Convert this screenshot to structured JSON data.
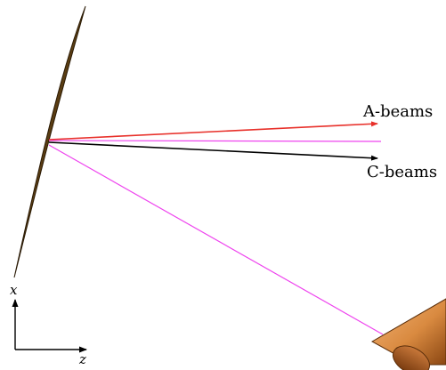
{
  "labels": {
    "a_beams": "A-beams",
    "c_beams": "C-beams",
    "axis_x": "x",
    "axis_z": "z"
  },
  "colors": {
    "a_beam": "#e8302a",
    "c_beam": "#000000",
    "ray": "#ee44ee",
    "mirror_fill": "#5a3d12",
    "mirror_stroke": "#2a1a05",
    "cone_light": "#f0a860",
    "cone_dark": "#a0541a"
  }
}
